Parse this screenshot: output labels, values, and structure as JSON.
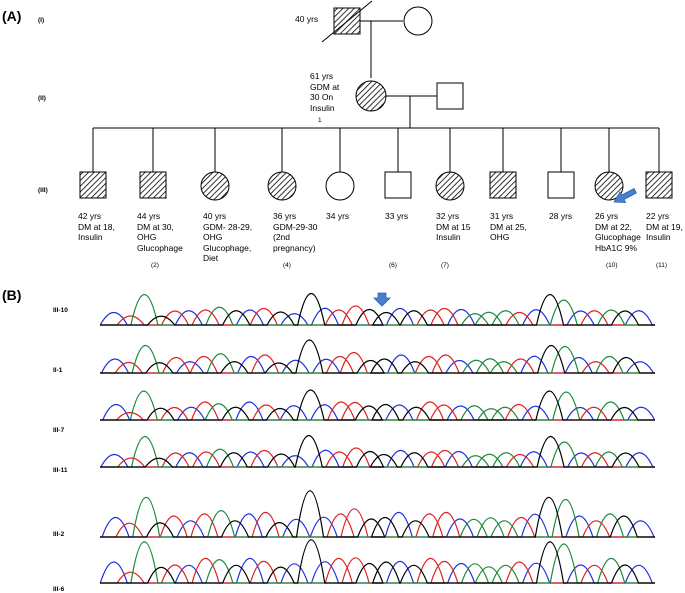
{
  "panels": {
    "a": "(A)",
    "b": "(B)"
  },
  "generations": [
    "(I)",
    "(II)",
    "(III)"
  ],
  "gen1": {
    "father_age": "40 yrs"
  },
  "gen2": {
    "mother_note": [
      "61 yrs",
      "GDM at",
      "30  On",
      "Insulin"
    ],
    "mother_index": "1"
  },
  "gen3": [
    {
      "lines": [
        "42 yrs",
        "DM at 18,",
        "Insulin"
      ],
      "index": ""
    },
    {
      "lines": [
        "44 yrs",
        "DM at 30,",
        "OHG",
        "Glucophage"
      ],
      "index": "(2)"
    },
    {
      "lines": [
        "40 yrs",
        "GDM- 28-29,",
        "OHG",
        "Glucophage,",
        "Diet"
      ],
      "index": ""
    },
    {
      "lines": [
        "36 yrs",
        "GDM-29-30",
        "(2nd",
        "pregnancy)"
      ],
      "index": "(4)"
    },
    {
      "lines": [
        "34 yrs"
      ],
      "index": ""
    },
    {
      "lines": [
        "33 yrs"
      ],
      "index": "(6)"
    },
    {
      "lines": [
        "32 yrs",
        "DM at 15",
        "Insulin"
      ],
      "index": "(7)"
    },
    {
      "lines": [
        "31 yrs",
        "DM at 25,",
        "OHG"
      ],
      "index": ""
    },
    {
      "lines": [
        "28 yrs"
      ],
      "index": ""
    },
    {
      "lines": [
        "26 yrs",
        "DM at 22,",
        "Glucophage",
        "HbA1C 9%"
      ],
      "index": "(10)"
    },
    {
      "lines": [
        "22 yrs",
        "DM at 19,",
        "Insulin"
      ],
      "index": "(11)"
    }
  ],
  "traces": [
    "III-10",
    "II-1",
    "III-7",
    "III-11",
    "III-2",
    "III-6"
  ],
  "colors": {
    "blue": "#2030e0",
    "green": "#1a8a3a",
    "black": "#000000",
    "red": "#e02020",
    "arrow": "#4a7fd0"
  }
}
